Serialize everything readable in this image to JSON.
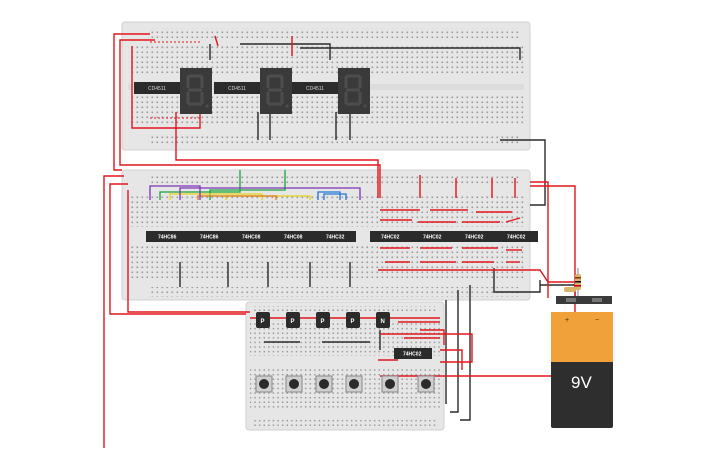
{
  "decoders": [
    "CD4511",
    "CD4511",
    "CD4511"
  ],
  "logic_chips": [
    "74HC86",
    "74HC86",
    "74HC08",
    "74HC08",
    "74HC32",
    "74HC02",
    "74HC02",
    "74HC02",
    "74HC02"
  ],
  "transistors": [
    "P",
    "P",
    "P",
    "P",
    "N"
  ],
  "bottom_chip": "74HC02",
  "battery": {
    "label": "9V",
    "plus": "+",
    "minus": "−"
  },
  "colors": {
    "board": "#e6e6e6",
    "chip": "#2b2b2b",
    "wire_red": "#e0161d",
    "wire_black": "#2a2a2a",
    "battery_orange": "#f1a13a",
    "battery_black": "#2e2e2e"
  }
}
